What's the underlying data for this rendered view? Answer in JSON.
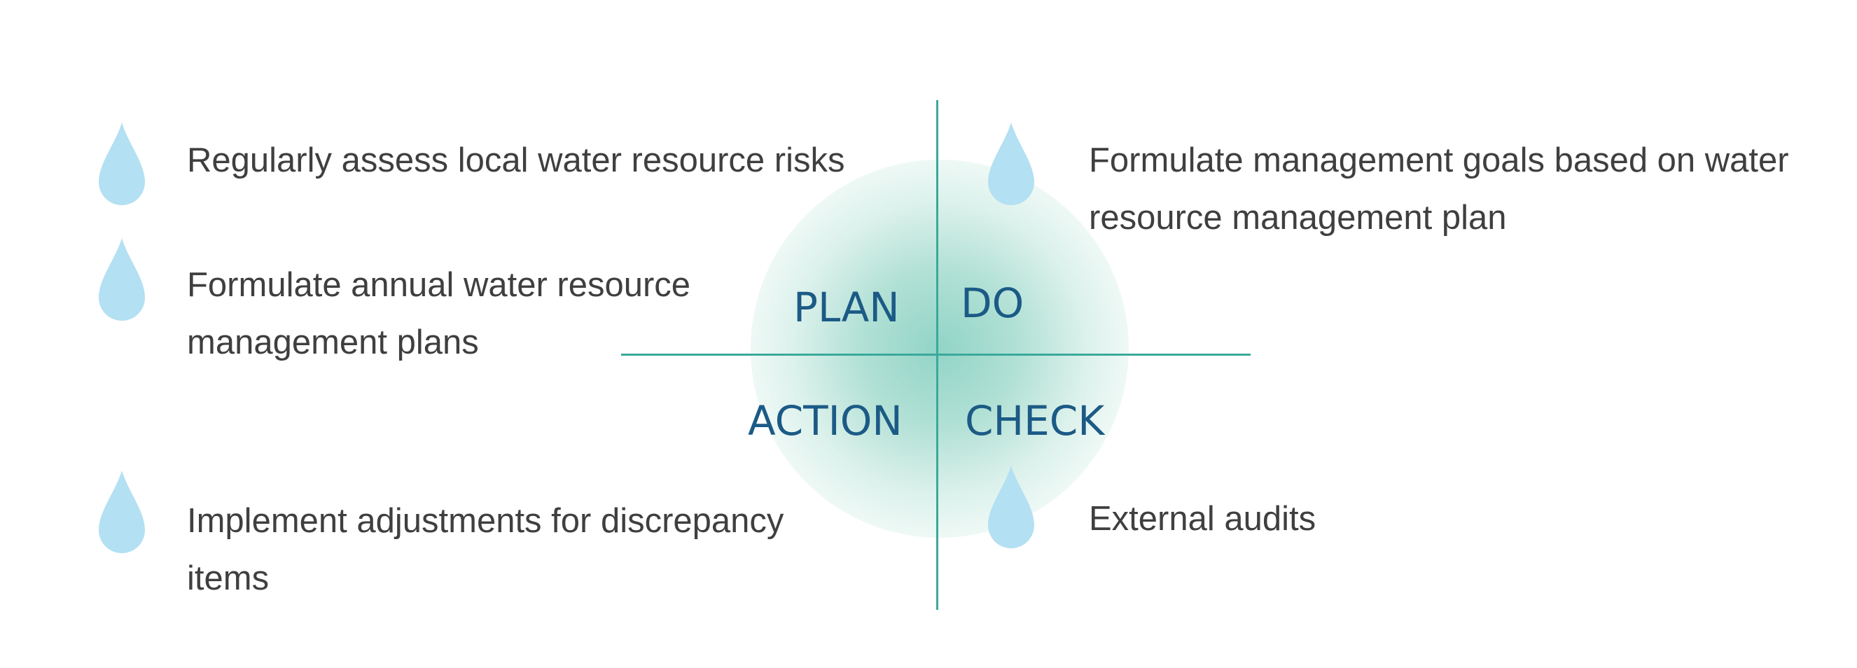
{
  "quadrants": {
    "plan": "PLAN",
    "do": "DO",
    "action": "ACTION",
    "check": "CHECK"
  },
  "items": {
    "plan_1": "Regularly assess local water resource risks",
    "plan_2": "Formulate annual water resource management plans",
    "do_1": "Formulate management goals based on water resource management plan",
    "action_1": "Implement adjustments for discrepancy items",
    "check_1": "External audits"
  },
  "colors": {
    "axis": "#3aa99c",
    "glow": "#92d4c4",
    "label": "#1c5a86",
    "drop": "#b3e0f2",
    "text": "#3f3f3f"
  },
  "icons": {
    "bullet": "water-drop-icon"
  }
}
